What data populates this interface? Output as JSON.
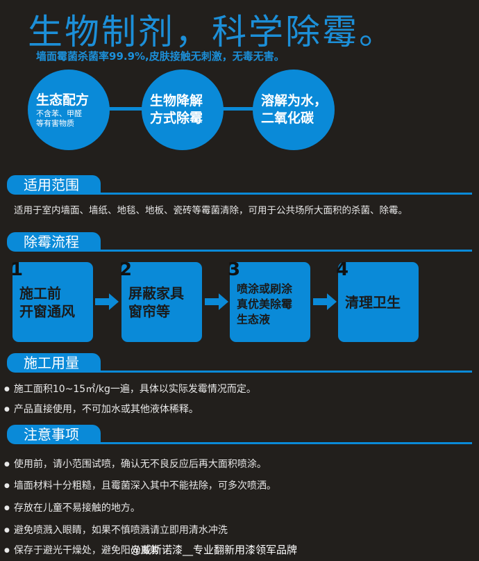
{
  "header": {
    "title": "生物制剂，科学除霉。",
    "subtitle": "墙面霉菌杀菌率99.9%,皮肤接触无刺激，无毒无害。"
  },
  "features": [
    {
      "line1": "生态配方",
      "note1": "不含苯、甲醛",
      "note2": "等有害物质"
    },
    {
      "line1": "生物降解",
      "line2": "方式除霉"
    },
    {
      "line1": "溶解为水，",
      "line2": "二氧化碳"
    }
  ],
  "scope": {
    "title": "适用范围",
    "text": "适用于室内墙面、墙纸、地毯、地板、瓷砖等霉菌清除，可用于公共场所大面积的杀菌、除霉。"
  },
  "process": {
    "title": "除霉流程",
    "steps": [
      {
        "num": "1",
        "line1": "施工前",
        "line2": "开窗通风"
      },
      {
        "num": "2",
        "line1": "屏蔽家具",
        "line2": "窗帘等"
      },
      {
        "num": "3",
        "line1": "喷涂或刷涂",
        "line2": "真优美除霉",
        "line3": "生态液"
      },
      {
        "num": "4",
        "line1": "清理卫生"
      }
    ]
  },
  "usage": {
    "title": "施工用量",
    "items": [
      "施工面积10~15㎡/kg一遍，具体以实际发霉情况而定。",
      "产品直接使用，不可加水或其他液体稀释。"
    ]
  },
  "notes": {
    "title": "注意事项",
    "items": [
      "使用前，请小范围试喷，确认无不良反应后再大面积喷涂。",
      "墙面材料十分粗糙，且霉菌深入其中不能祛除，可多次喷洒。",
      "存放在儿童不易接触的地方。",
      "避免喷溅入眼睛，如果不慎喷溅请立即用清水冲洗",
      "保存于避光干燥处，避免阳光直射"
    ]
  },
  "watermark": "@威斯诺漆__专业翻新用漆领军品牌"
}
